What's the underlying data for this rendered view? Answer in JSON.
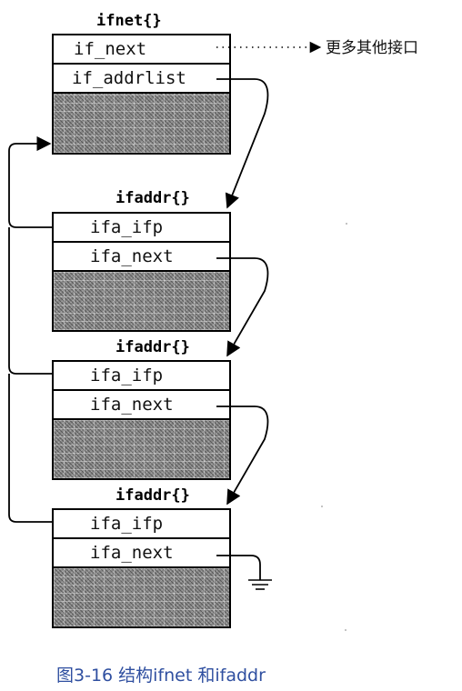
{
  "ifnet": {
    "title": "ifnet{}",
    "fields": [
      "if_next",
      "if_addrlist"
    ]
  },
  "ifaddr_blocks": [
    {
      "title": "ifaddr{}",
      "fields": [
        "ifa_ifp",
        "ifa_next"
      ]
    },
    {
      "title": "ifaddr{}",
      "fields": [
        "ifa_ifp",
        "ifa_next"
      ]
    },
    {
      "title": "ifaddr{}",
      "fields": [
        "ifa_ifp",
        "ifa_next"
      ]
    }
  ],
  "more_interfaces_label": "更多其他接口",
  "caption": "图3-16 结构ifnet 和ifaddr",
  "colors": {
    "caption": "#2f4fa0",
    "line": "#000000",
    "shade": "#8a8a8a"
  }
}
